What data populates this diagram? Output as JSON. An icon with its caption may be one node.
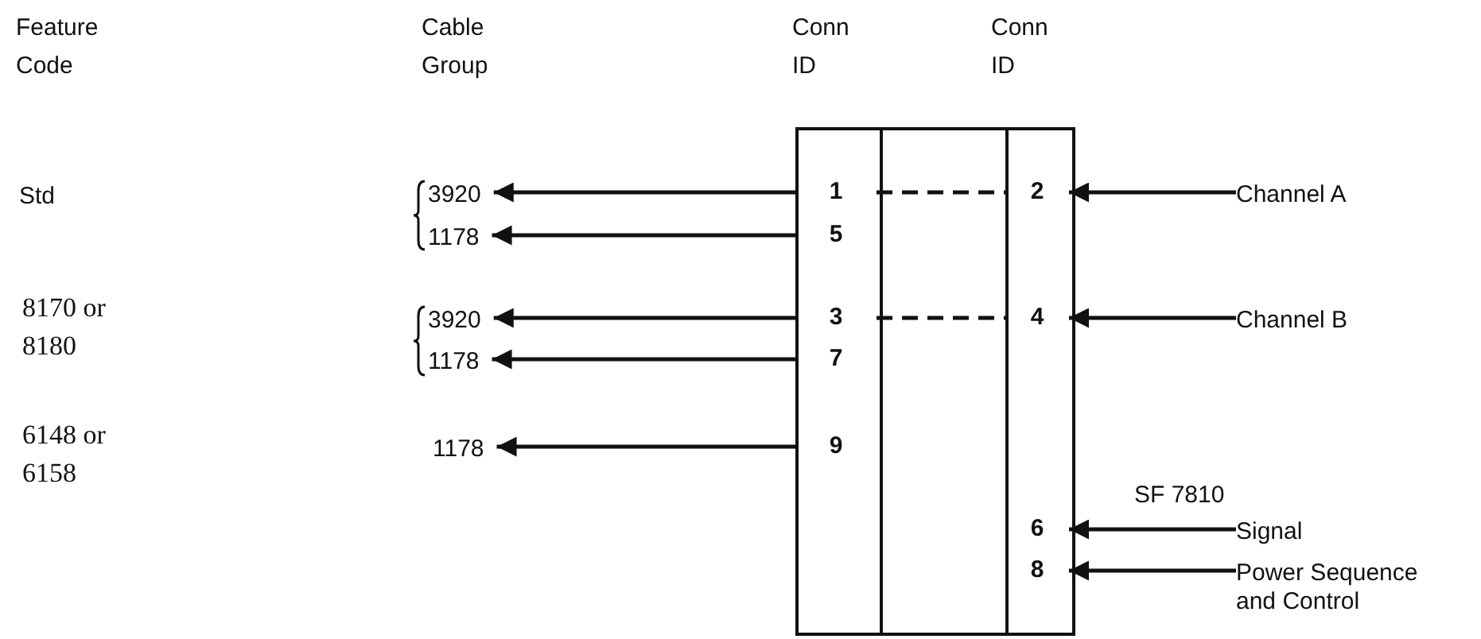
{
  "diagram": {
    "nodes": [
      {
        "text": [],
        "shape": "box"
      },
      {
        "text": [],
        "shape": "bar",
        "in": 0
      },
      {
        "text": [],
        "shape": "bar",
        "in": 0
      },
      {
        "text": [
          "1"
        ],
        "in": 1
      },
      {
        "text": [
          "5"
        ],
        "in": 1
      },
      {
        "text": [
          "3"
        ],
        "in": 1
      },
      {
        "text": [
          "7"
        ],
        "in": 1
      },
      {
        "text": [
          "9"
        ],
        "in": 1
      },
      {
        "text": [
          "2"
        ],
        "in": 2
      },
      {
        "text": [
          "4"
        ],
        "in": 2
      },
      {
        "text": [
          "6"
        ],
        "in": 2
      },
      {
        "text": [
          "8"
        ],
        "in": 2
      },
      {
        "text": [
          "3920"
        ]
      },
      {
        "text": [
          "1178"
        ]
      },
      {
        "text": [
          "3920"
        ]
      },
      {
        "text": [
          "1178"
        ]
      },
      {
        "text": [
          "1178"
        ]
      },
      {
        "text": [
          "Channel A"
        ]
      },
      {
        "text": [
          "Channel B"
        ]
      },
      {
        "text": [
          "Signal"
        ]
      },
      {
        "text": [
          "Power Sequence and Control"
        ]
      }
    ],
    "edges": [
      {
        "from": 3,
        "to": 12,
        "arrow": "to"
      },
      {
        "from": 4,
        "to": 13,
        "arrow": "to"
      },
      {
        "from": 5,
        "to": 14,
        "arrow": "to"
      },
      {
        "from": 6,
        "to": 15,
        "arrow": "to"
      },
      {
        "from": 7,
        "to": 16,
        "arrow": "to"
      },
      {
        "from": 3,
        "to": 8,
        "arrow": "none",
        "style": "dashed"
      },
      {
        "from": 5,
        "to": 9,
        "arrow": "none",
        "style": "dashed"
      },
      {
        "from": 17,
        "to": 8,
        "arrow": "to"
      },
      {
        "from": 18,
        "to": 9,
        "arrow": "to"
      },
      {
        "from": 19,
        "to": 10,
        "arrow": "to"
      },
      {
        "from": 20,
        "to": 11,
        "arrow": "to"
      }
    ],
    "labels": [
      "Feature Code",
      "Cable Group",
      "Conn ID",
      "Conn ID",
      "Std",
      "8170 or 8180",
      "6148 or 6158",
      "SF 7810"
    ]
  }
}
